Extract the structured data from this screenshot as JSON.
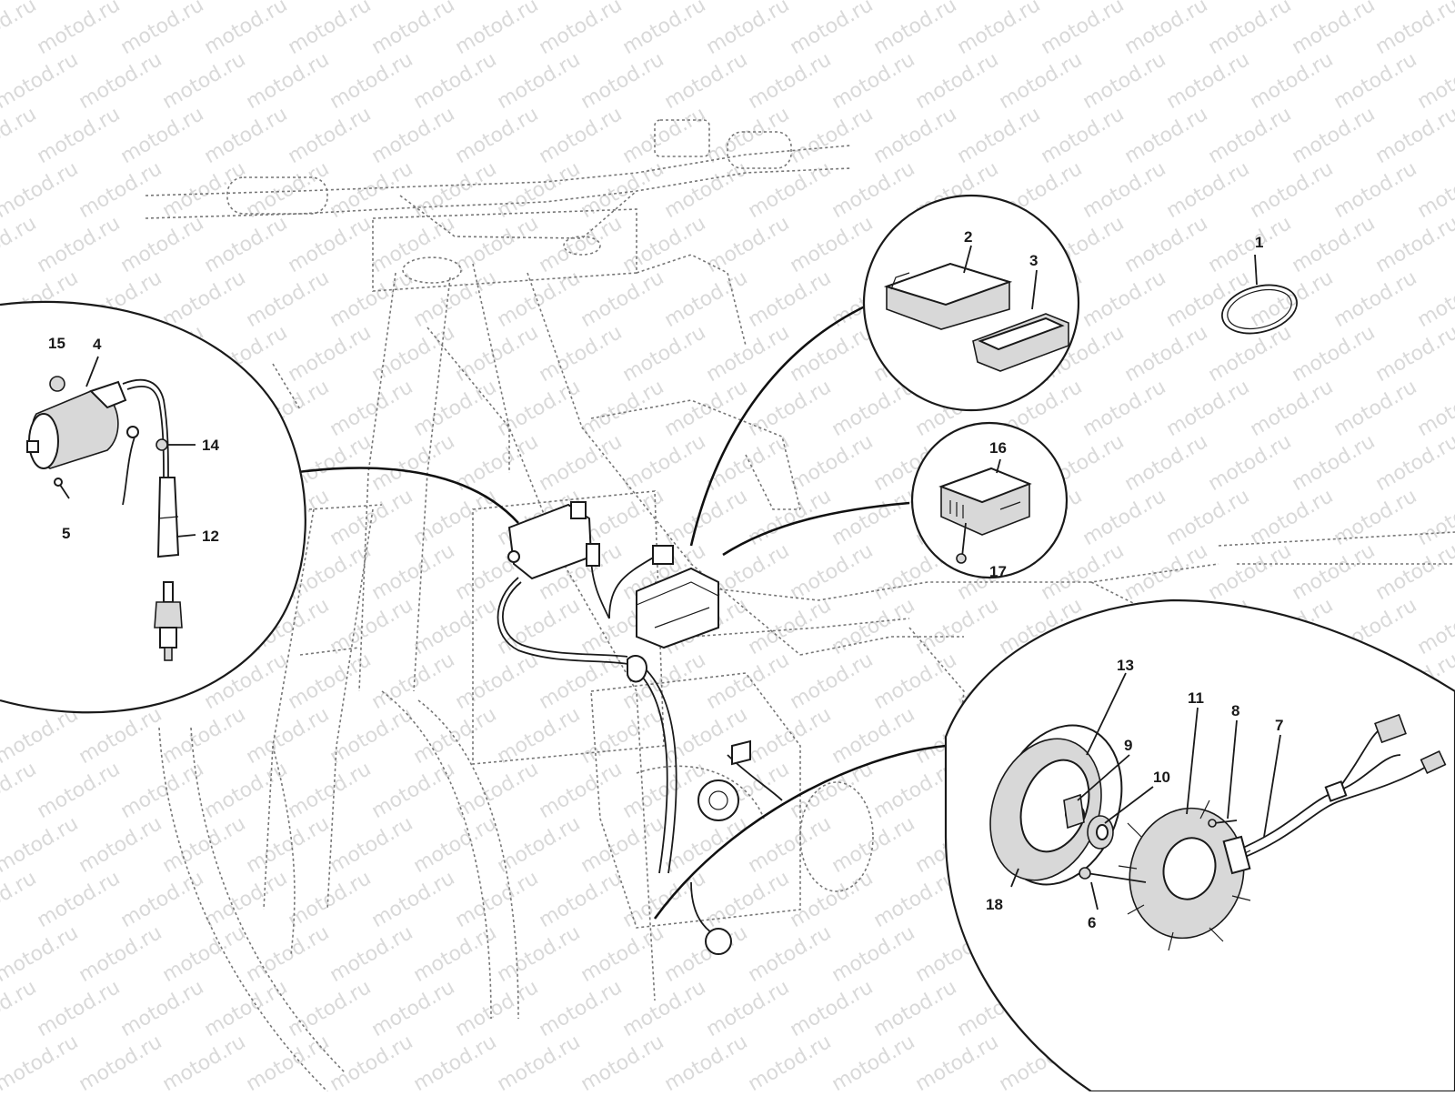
{
  "watermark": "motod.ru",
  "part_labels": [
    "1",
    "2",
    "3",
    "4",
    "5",
    "6",
    "7",
    "8",
    "9",
    "10",
    "11",
    "12",
    "13",
    "14",
    "15",
    "16",
    "17",
    "18"
  ],
  "callouts": [
    {
      "id": "left-ignition-coil",
      "parts": [
        "4",
        "5",
        "12",
        "14",
        "15"
      ]
    },
    {
      "id": "top-cdi",
      "parts": [
        "2",
        "3"
      ]
    },
    {
      "id": "middle-regulator",
      "parts": [
        "16",
        "17"
      ]
    },
    {
      "id": "right-generator",
      "parts": [
        "6",
        "7",
        "8",
        "9",
        "10",
        "11",
        "13",
        "18"
      ]
    }
  ]
}
